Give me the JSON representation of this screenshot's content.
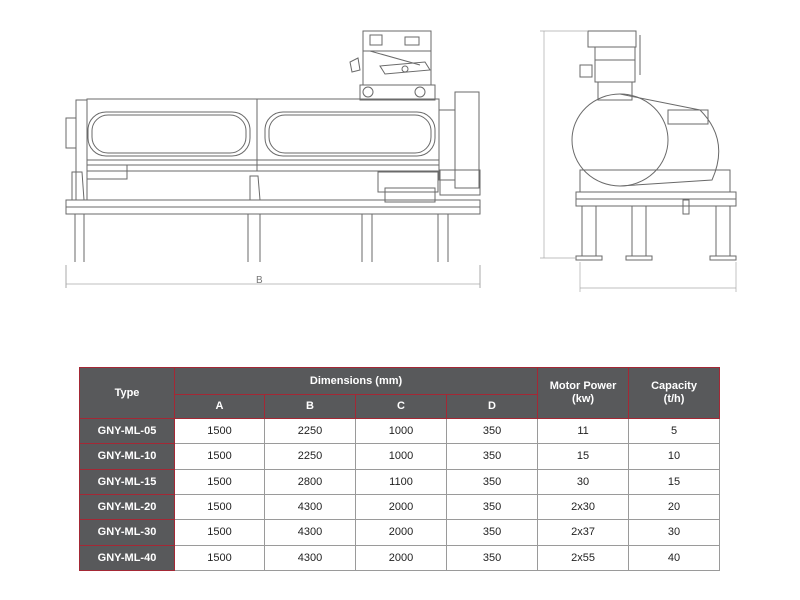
{
  "drawing": {
    "front_dimension_label": "B"
  },
  "table": {
    "header": {
      "type": "Type",
      "dimensions": "Dimensions (mm)",
      "a": "A",
      "b": "B",
      "c": "C",
      "d": "D",
      "motor_power": "Motor Power\n(kw)",
      "capacity": "Capacity\n(t/h)"
    },
    "rows": [
      {
        "type": "GNY-ML-05",
        "a": "1500",
        "b": "2250",
        "c": "1000",
        "d": "350",
        "motor": "11",
        "capacity": "5"
      },
      {
        "type": "GNY-ML-10",
        "a": "1500",
        "b": "2250",
        "c": "1000",
        "d": "350",
        "motor": "15",
        "capacity": "10"
      },
      {
        "type": "GNY-ML-15",
        "a": "1500",
        "b": "2800",
        "c": "1100",
        "d": "350",
        "motor": "30",
        "capacity": "15"
      },
      {
        "type": "GNY-ML-20",
        "a": "1500",
        "b": "4300",
        "c": "2000",
        "d": "350",
        "motor": "2x30",
        "capacity": "20"
      },
      {
        "type": "GNY-ML-30",
        "a": "1500",
        "b": "4300",
        "c": "2000",
        "d": "350",
        "motor": "2x37",
        "capacity": "30"
      },
      {
        "type": "GNY-ML-40",
        "a": "1500",
        "b": "4300",
        "c": "2000",
        "d": "350",
        "motor": "2x55",
        "capacity": "40"
      }
    ]
  }
}
